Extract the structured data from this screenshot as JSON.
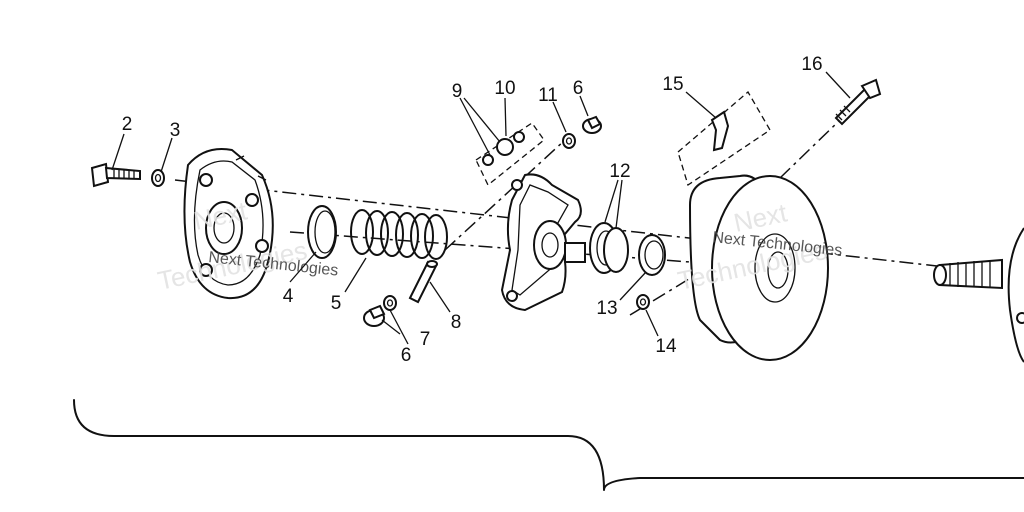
{
  "watermark": {
    "line1": "Next",
    "line2": "Technologies",
    "inline": "Next Technologies"
  },
  "callouts": [
    "2",
    "3",
    "4",
    "5",
    "6",
    "6",
    "7",
    "8",
    "9",
    "10",
    "11",
    "12",
    "13",
    "14",
    "15",
    "16"
  ]
}
